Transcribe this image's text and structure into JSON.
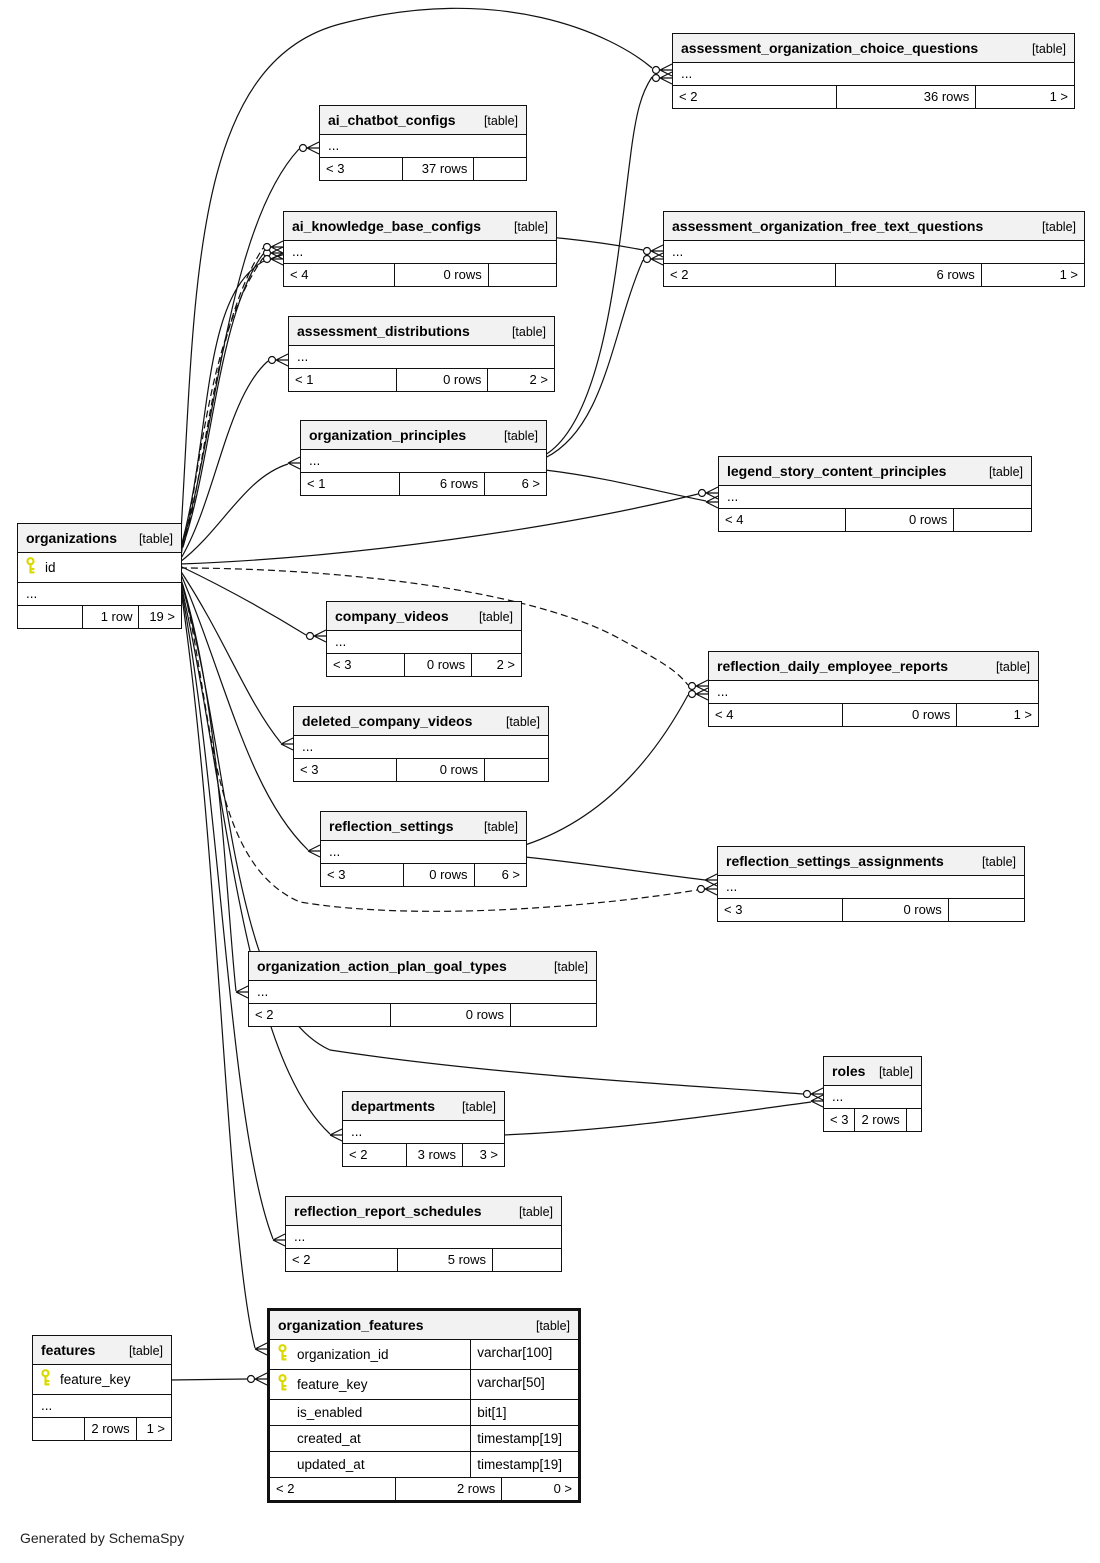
{
  "diagram": {
    "footer_note": "Generated by SchemaSpy",
    "ellipsis": "...",
    "tables": [
      {
        "name": "assessment_organization_choice_questions",
        "badge": "[table]",
        "has_ellipsis": true,
        "footer": [
          "< 2",
          "36 rows",
          "1 >"
        ]
      },
      {
        "name": "ai_chatbot_configs",
        "badge": "[table]",
        "has_ellipsis": true,
        "footer": [
          "< 3",
          "37 rows",
          ""
        ]
      },
      {
        "name": "ai_knowledge_base_configs",
        "badge": "[table]",
        "has_ellipsis": true,
        "footer": [
          "< 4",
          "0 rows",
          ""
        ]
      },
      {
        "name": "assessment_distributions",
        "badge": "[table]",
        "has_ellipsis": true,
        "footer": [
          "< 1",
          "0 rows",
          "2 >"
        ]
      },
      {
        "name": "assessment_organization_free_text_questions",
        "badge": "[table]",
        "has_ellipsis": true,
        "footer": [
          "< 2",
          "6 rows",
          "1 >"
        ]
      },
      {
        "name": "organization_principles",
        "badge": "[table]",
        "has_ellipsis": true,
        "footer": [
          "< 1",
          "6 rows",
          "6 >"
        ]
      },
      {
        "name": "legend_story_content_principles",
        "badge": "[table]",
        "has_ellipsis": true,
        "footer": [
          "< 4",
          "0 rows",
          ""
        ]
      },
      {
        "name": "organizations",
        "badge": "[table]",
        "columns": [
          {
            "name": "id",
            "key": true
          }
        ],
        "has_ellipsis": true,
        "footer": [
          "",
          "1 row",
          "19 >"
        ]
      },
      {
        "name": "company_videos",
        "badge": "[table]",
        "has_ellipsis": true,
        "footer": [
          "< 3",
          "0 rows",
          "2 >"
        ]
      },
      {
        "name": "reflection_daily_employee_reports",
        "badge": "[table]",
        "has_ellipsis": true,
        "footer": [
          "< 4",
          "0 rows",
          "1 >"
        ]
      },
      {
        "name": "deleted_company_videos",
        "badge": "[table]",
        "has_ellipsis": true,
        "footer": [
          "< 3",
          "0 rows",
          ""
        ]
      },
      {
        "name": "reflection_settings",
        "badge": "[table]",
        "has_ellipsis": true,
        "footer": [
          "< 3",
          "0 rows",
          "6 >"
        ]
      },
      {
        "name": "reflection_settings_assignments",
        "badge": "[table]",
        "has_ellipsis": true,
        "footer": [
          "< 3",
          "0 rows",
          ""
        ]
      },
      {
        "name": "organization_action_plan_goal_types",
        "badge": "[table]",
        "has_ellipsis": true,
        "footer": [
          "< 2",
          "0 rows",
          ""
        ]
      },
      {
        "name": "roles",
        "badge": "[table]",
        "has_ellipsis": true,
        "footer": [
          "< 3",
          "2 rows",
          ""
        ]
      },
      {
        "name": "departments",
        "badge": "[table]",
        "has_ellipsis": true,
        "footer": [
          "< 2",
          "3 rows",
          "3 >"
        ]
      },
      {
        "name": "reflection_report_schedules",
        "badge": "[table]",
        "has_ellipsis": true,
        "footer": [
          "< 2",
          "5 rows",
          ""
        ]
      },
      {
        "name": "organization_features",
        "badge": "[table]",
        "emphasis": true,
        "columns": [
          {
            "name": "organization_id",
            "type": "varchar[100]",
            "key": true
          },
          {
            "name": "feature_key",
            "type": "varchar[50]",
            "key": true
          },
          {
            "name": "is_enabled",
            "type": "bit[1]"
          },
          {
            "name": "created_at",
            "type": "timestamp[19]"
          },
          {
            "name": "updated_at",
            "type": "timestamp[19]"
          }
        ],
        "footer": [
          "< 2",
          "2 rows",
          "0 >"
        ]
      },
      {
        "name": "features",
        "badge": "[table]",
        "columns": [
          {
            "name": "feature_key",
            "key": true
          }
        ],
        "has_ellipsis": true,
        "footer": [
          "",
          "2 rows",
          "1 >"
        ]
      }
    ]
  }
}
